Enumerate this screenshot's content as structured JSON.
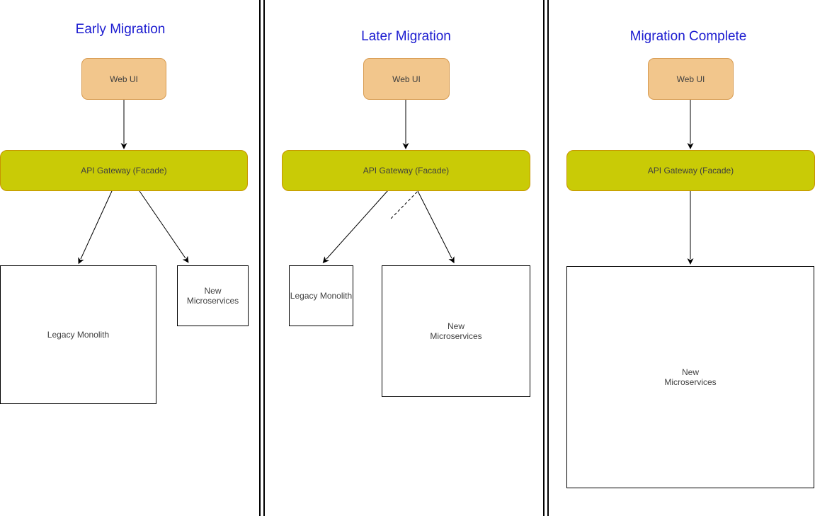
{
  "diagram": {
    "type": "strangler-fig-migration-diagram",
    "colors": {
      "title-text": "#1b1bd0",
      "webui-fill": "#f2c68c",
      "webui-border": "#d79b51",
      "gateway-fill": "#c9cb06",
      "gateway-border": "#c79400",
      "plain-border": "#000000",
      "node-text": "#3f3f3f",
      "connector": "#000000"
    },
    "panels": [
      {
        "title": "Early Migration",
        "nodes": {
          "web_ui": "Web UI",
          "api_gateway": "API Gateway (Facade)",
          "legacy_monolith": "Legacy Monolith",
          "new_microservices": "New\nMicroservices"
        }
      },
      {
        "title": "Later Migration",
        "nodes": {
          "web_ui": "Web UI",
          "api_gateway": "API Gateway (Facade)",
          "legacy_monolith": "Legacy Monolith",
          "new_microservices": "New\nMicroservices"
        }
      },
      {
        "title": "Migration Complete",
        "nodes": {
          "web_ui": "Web UI",
          "api_gateway": "API Gateway (Facade)",
          "new_microservices": "New\nMicroservices"
        }
      }
    ]
  }
}
